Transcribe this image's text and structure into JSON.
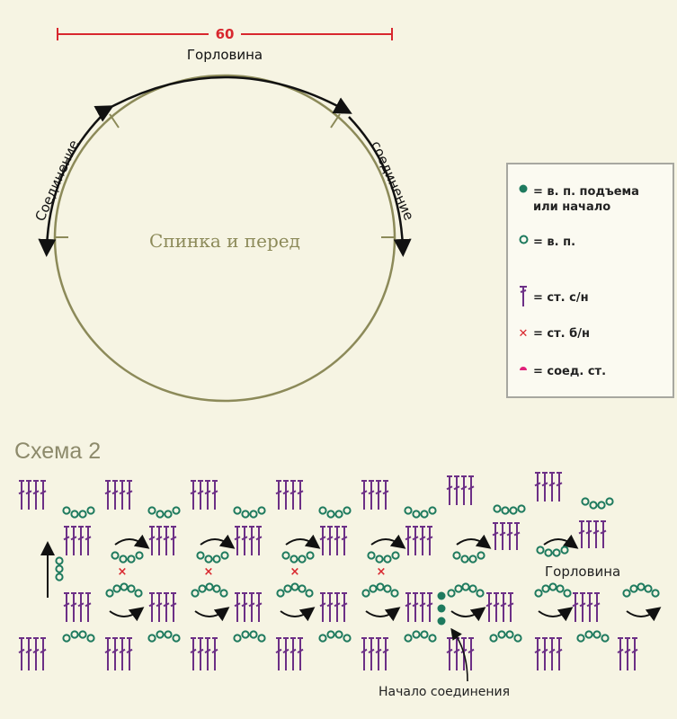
{
  "top": {
    "width_label": "60",
    "neckline_label": "Горловина",
    "seam_left": "Соединение",
    "seam_right": "соединение",
    "circle_label": "Спинка и перед",
    "colors": {
      "red": "#d8272e",
      "olive": "#8c8a59",
      "black": "#111111"
    }
  },
  "legend": {
    "items": [
      {
        "symbol": "filled-dot-icon",
        "text": "= в. п. подъема\nили начало"
      },
      {
        "symbol": "chain-circle-icon",
        "text": "= в. п."
      },
      {
        "symbol": "double-crochet-icon",
        "text": "= ст. с/н"
      },
      {
        "symbol": "single-crochet-x-icon",
        "text": "= ст. б/н"
      },
      {
        "symbol": "slip-stitch-icon",
        "text": "= соед. ст."
      }
    ],
    "colors": {
      "green": "#1e7a5e",
      "purple": "#6c2f86",
      "red": "#d8272e",
      "pink": "#e0217a"
    }
  },
  "scheme": {
    "title": "Схема 2",
    "neckline_label": "Горловина",
    "start_label": "Начало соединения"
  }
}
